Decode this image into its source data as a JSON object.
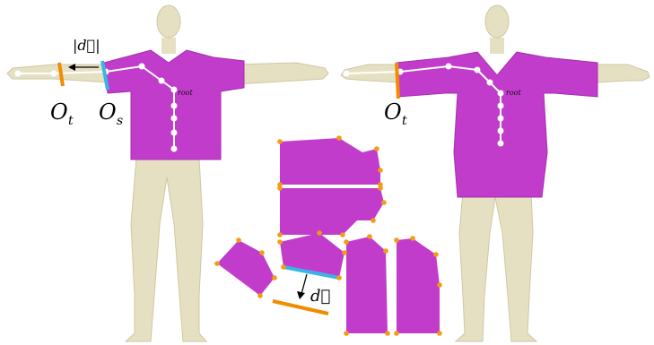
{
  "labels": {
    "target_origin_left": "O",
    "target_origin_left_sub": "t",
    "source_origin": "O",
    "source_origin_sub": "s",
    "displacement_magnitude": "|d⃗|",
    "root_left": "root",
    "root_right": "root",
    "target_origin_right": "O",
    "target_origin_right_sub": "t",
    "displacement_vector": "d⃗"
  },
  "colors": {
    "garment": "#c23ccc",
    "garment_dark": "#a52daf",
    "body": "#e6e0c2",
    "body_shade": "#cfc7a4",
    "skeleton": "#ffffff",
    "target_marker": "#f08c00",
    "source_marker": "#37b6e6",
    "corner_dot": "#f39c12"
  }
}
